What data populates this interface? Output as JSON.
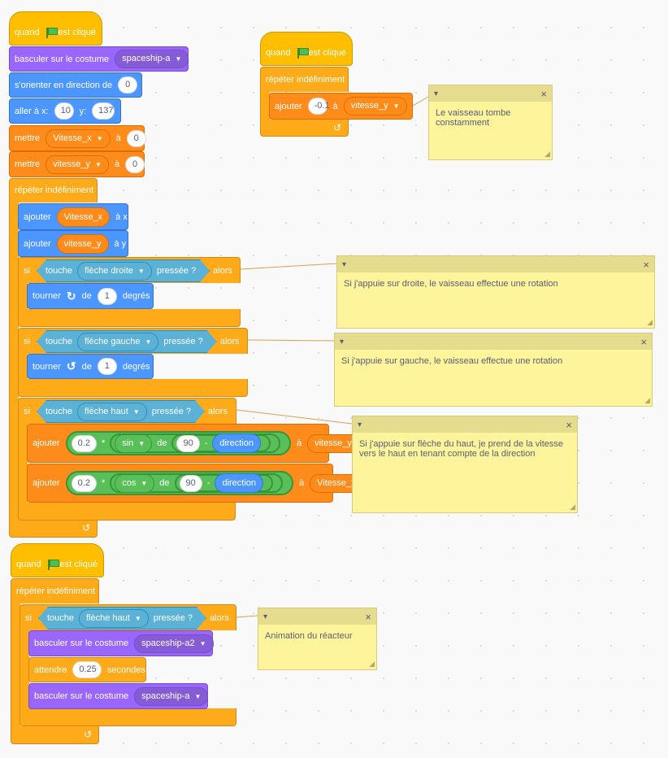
{
  "script1": {
    "hat": {
      "label": "quand",
      "suffix": "est cliqué"
    },
    "switch_costume": {
      "label": "basculer sur le costume",
      "value": "spaceship-a"
    },
    "point_direction": {
      "label": "s'orienter en direction de",
      "value": "0"
    },
    "goto": {
      "label": "aller à x:",
      "x": "10",
      "ylabel": "y:",
      "y": "137"
    },
    "set_vx": {
      "label": "mettre",
      "var": "Vitesse_x",
      "to": "à",
      "value": "0"
    },
    "set_vy": {
      "label": "mettre",
      "var": "vitesse_y",
      "to": "à",
      "value": "0"
    },
    "forever": {
      "label": "répéter indéfiniment"
    },
    "change_x": {
      "label": "ajouter",
      "var": "Vitesse_x",
      "suffix": "à x"
    },
    "change_y": {
      "label": "ajouter",
      "var": "vitesse_y",
      "suffix": "à y"
    },
    "if_right": {
      "label": "si",
      "sense_label": "touche",
      "key": "flèche droite",
      "sense_suffix": "pressée ?",
      "then": "alors"
    },
    "turn_right": {
      "label": "tourner",
      "de": "de",
      "value": "1",
      "suffix": "degrés"
    },
    "if_left": {
      "label": "si",
      "sense_label": "touche",
      "key": "flèche gauche",
      "sense_suffix": "pressée ?",
      "then": "alors"
    },
    "turn_left": {
      "label": "tourner",
      "de": "de",
      "value": "1",
      "suffix": "degrés"
    },
    "if_up": {
      "label": "si",
      "sense_label": "touche",
      "key": "flèche haut",
      "sense_suffix": "pressée ?",
      "then": "alors"
    },
    "change_vy": {
      "label": "ajouter",
      "factor": "0.2",
      "times": "*",
      "fn": "sin",
      "de": "de",
      "angle": "90",
      "minus": "-",
      "dir": "direction",
      "to": "à",
      "var": "vitesse_y"
    },
    "change_vx": {
      "label": "ajouter",
      "factor": "0.2",
      "times": "*",
      "fn": "cos",
      "de": "de",
      "angle": "90",
      "minus": "-",
      "dir": "direction",
      "to": "à",
      "var": "Vitesse_x"
    }
  },
  "script2": {
    "hat": {
      "label": "quand",
      "suffix": "est cliqué"
    },
    "forever": {
      "label": "répéter indéfiniment"
    },
    "change": {
      "label": "ajouter",
      "value": "-0.1",
      "to": "à",
      "var": "vitesse_y"
    }
  },
  "script3": {
    "hat": {
      "label": "quand",
      "suffix": "est cliqué"
    },
    "forever": {
      "label": "répéter indéfiniment"
    },
    "if_up": {
      "label": "si",
      "sense_label": "touche",
      "key": "flèche haut",
      "sense_suffix": "pressée ?",
      "then": "alors"
    },
    "switch1": {
      "label": "basculer sur le costume",
      "value": "spaceship-a2"
    },
    "wait": {
      "label": "attendre",
      "value": "0.25",
      "suffix": "secondes"
    },
    "switch2": {
      "label": "basculer sur le costume",
      "value": "spaceship-a"
    }
  },
  "notes": {
    "gravity": "Le vaisseau tombe\nconstamment",
    "right": "Si j'appuie sur droite, le vaisseau effectue une rotation",
    "left": "Si j'appuie sur gauche, le vaisseau effectue une rotation",
    "up": "Si j'appuie sur flèche du haut, je prend de la vitesse\nvers le haut en tenant compte de la direction",
    "anim": "Animation du réacteur",
    "collapse_icon": "▾",
    "close_icon": "×"
  },
  "colors": {
    "events": "#ffbf00",
    "looks": "#9966ff",
    "motion": "#4c97ff",
    "variables": "#ff8c1a",
    "control": "#ffab19",
    "sensing": "#5cb1d6",
    "operators": "#59c059",
    "note": "#fef49c"
  }
}
